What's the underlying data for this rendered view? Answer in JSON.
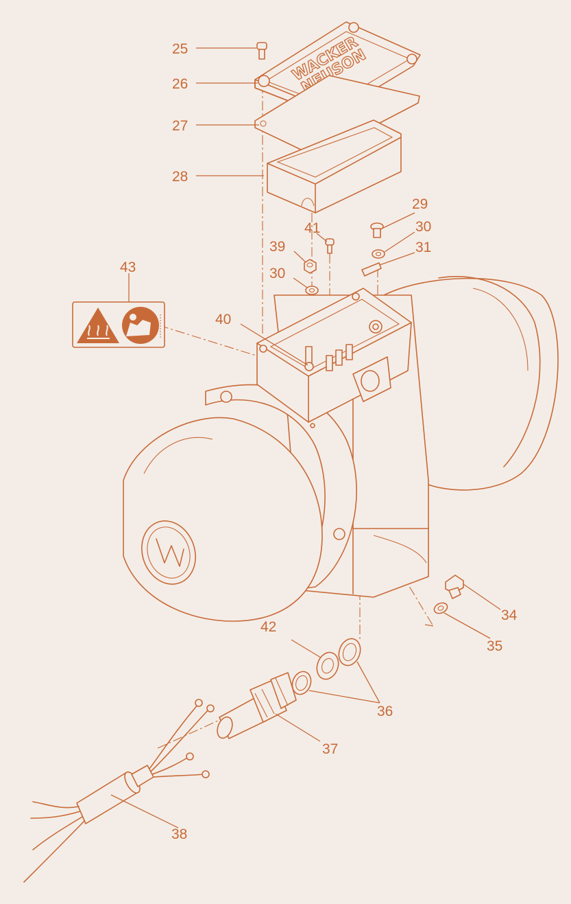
{
  "diagram": {
    "brand_text": [
      "WACKER",
      "NEUSON"
    ],
    "line_color": "#c86a38",
    "background": "#f4ede7",
    "label_icons": [
      "hot-surface-warning-icon",
      "read-manual-icon"
    ],
    "callouts": {
      "c25": "25",
      "c26": "26",
      "c27": "27",
      "c28": "28",
      "c29": "29",
      "c30a": "30",
      "c30b": "30",
      "c31": "31",
      "c34": "34",
      "c35": "35",
      "c36": "36",
      "c37": "37",
      "c38": "38",
      "c39": "39",
      "c40": "40",
      "c41": "41",
      "c42": "42",
      "c43": "43"
    }
  }
}
